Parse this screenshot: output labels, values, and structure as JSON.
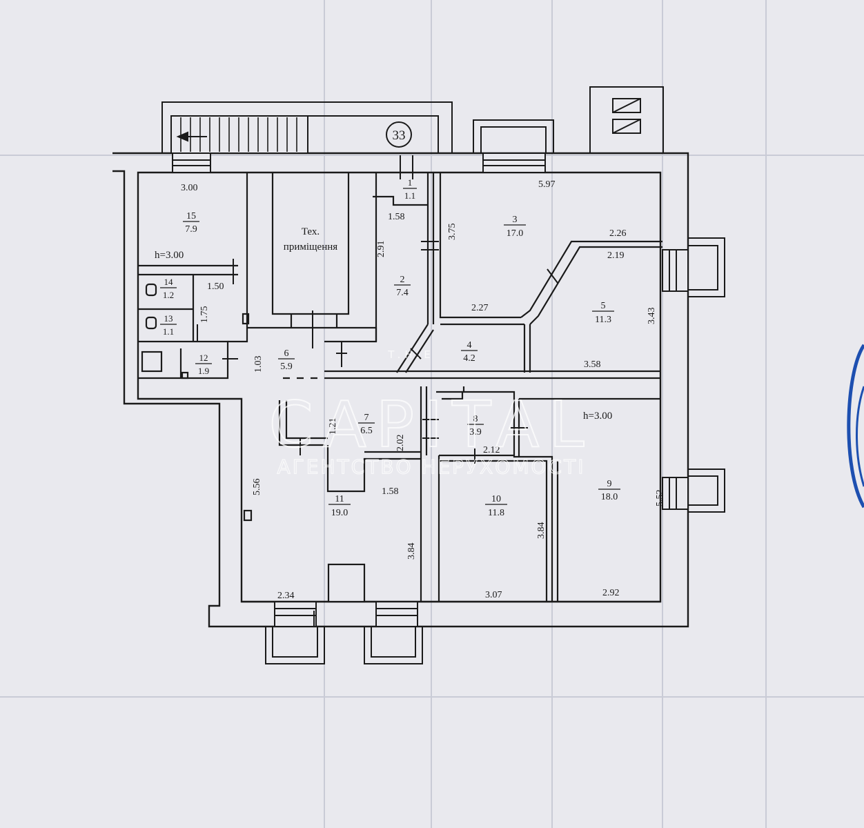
{
  "plan": {
    "stair_number": "33",
    "ceiling_height_labels": [
      "h=3.00",
      "h=3.00"
    ],
    "tech_room_label": [
      "Тех.",
      "приміщення"
    ],
    "rooms": [
      {
        "number": "1",
        "area": "1.1"
      },
      {
        "number": "2",
        "area": "7.4"
      },
      {
        "number": "3",
        "area": "17.0"
      },
      {
        "number": "4",
        "area": "4.2"
      },
      {
        "number": "5",
        "area": "11.3"
      },
      {
        "number": "6",
        "area": "5.9"
      },
      {
        "number": "7",
        "area": "6.5"
      },
      {
        "number": "8",
        "area": "3.9"
      },
      {
        "number": "9",
        "area": "18.0"
      },
      {
        "number": "10",
        "area": "11.8"
      },
      {
        "number": "11",
        "area": "19.0"
      },
      {
        "number": "12",
        "area": "1.9"
      },
      {
        "number": "13",
        "area": "1.1"
      },
      {
        "number": "14",
        "area": "1.2"
      },
      {
        "number": "15",
        "area": "7.9"
      }
    ],
    "dimensions": {
      "r15_width": "3.00",
      "r3_width": "5.97",
      "r1_width": "1.58",
      "r3_height": "3.75",
      "r2_height": "2.91",
      "r5_top_outer": "2.26",
      "r5_top_inner": "2.19",
      "r5_height": "3.43",
      "r3_bottom": "2.27",
      "r5_bottom": "3.58",
      "wc_width": "1.50",
      "wc_height": "1.75",
      "corridor_height": "1.03",
      "r7_height": "1.21",
      "r7_inner": "2.02",
      "r8_width": "2.12",
      "r11_height": "5.56",
      "r11_step": "1.58",
      "r11_right": "3.84",
      "r10_height": "3.84",
      "r9_height": "5.52",
      "r11_bottom": "2.34",
      "r10_bottom": "3.07",
      "r9_bottom": "2.92"
    }
  },
  "watermark": {
    "brand_small": "T.H.E",
    "brand": "CAPITAL",
    "tagline": "АГЕНТСТВО НЕРУХОМОСТІ"
  },
  "colors": {
    "paper": "#e9e9ee",
    "ink": "#1a1a1a",
    "grid": "#c9cbd6",
    "stamp": "#1d4fb0",
    "watermark": "#ffffff"
  }
}
